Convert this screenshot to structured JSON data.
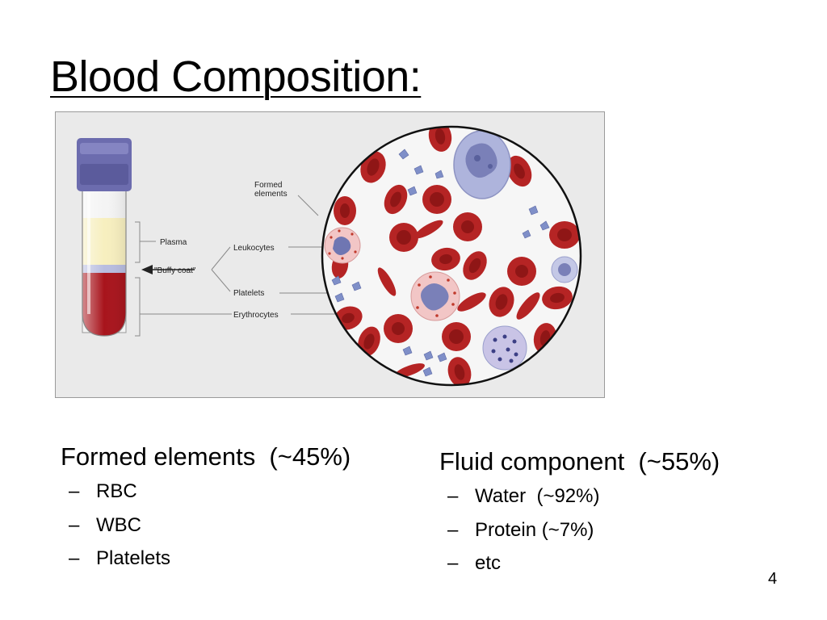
{
  "title": "Blood Composition:",
  "figure": {
    "labels": {
      "formed_line1": "Formed",
      "formed_line2": "elements",
      "plasma": "Plasma",
      "buffy_coat": "\"Buffy coat\"",
      "leukocytes": "Leukocytes",
      "platelets": "Platelets",
      "erythrocytes": "Erythrocytes"
    },
    "colors": {
      "plasma": "#f7efbf",
      "buffy_coat": "#b8bde0",
      "erythrocytes": "#a8141c",
      "cap": "#6c6cae",
      "rbc": "#b52424",
      "wbc": "#aeb4dc",
      "neutrophil": "#f2c6c6",
      "platelet": "#7f8fc8"
    }
  },
  "left_column": {
    "heading": "Formed elements  (~45%)",
    "items": [
      "RBC",
      "WBC",
      "Platelets"
    ]
  },
  "right_column": {
    "heading": "Fluid component  (~55%)",
    "items": [
      "Water  (~92%)",
      "Protein (~7%)",
      "etc"
    ]
  },
  "bullet_char": "–",
  "page_number": "4"
}
